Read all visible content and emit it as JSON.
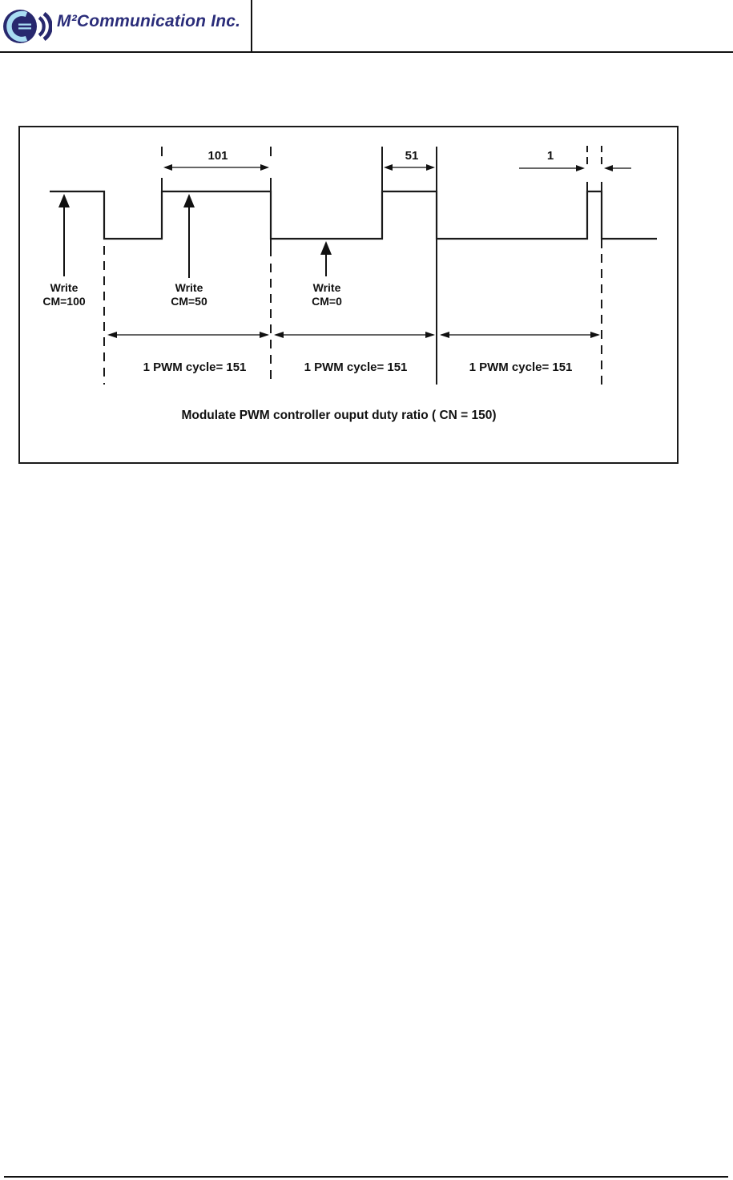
{
  "header": {
    "company": "M²Communication Inc."
  },
  "figure": {
    "caption": "Modulate PWM controller ouput duty ratio ( CN = 150)",
    "dim_labels": {
      "d101": "101",
      "d51": "51",
      "d1": "1"
    },
    "writes": [
      {
        "line1": "Write",
        "line2": "CM=100"
      },
      {
        "line1": "Write",
        "line2": "CM=50"
      },
      {
        "line1": "Write",
        "line2": "CM=0"
      }
    ],
    "cycles": [
      {
        "label": "1 PWM cycle= 151"
      },
      {
        "label": "1 PWM cycle= 151"
      },
      {
        "label": "1 PWM cycle= 151"
      }
    ]
  },
  "colors": {
    "brand_navy": "#2B2D7A",
    "logo_light_blue": "#A9DCF2",
    "diagram_line": "#1A1A1A"
  }
}
